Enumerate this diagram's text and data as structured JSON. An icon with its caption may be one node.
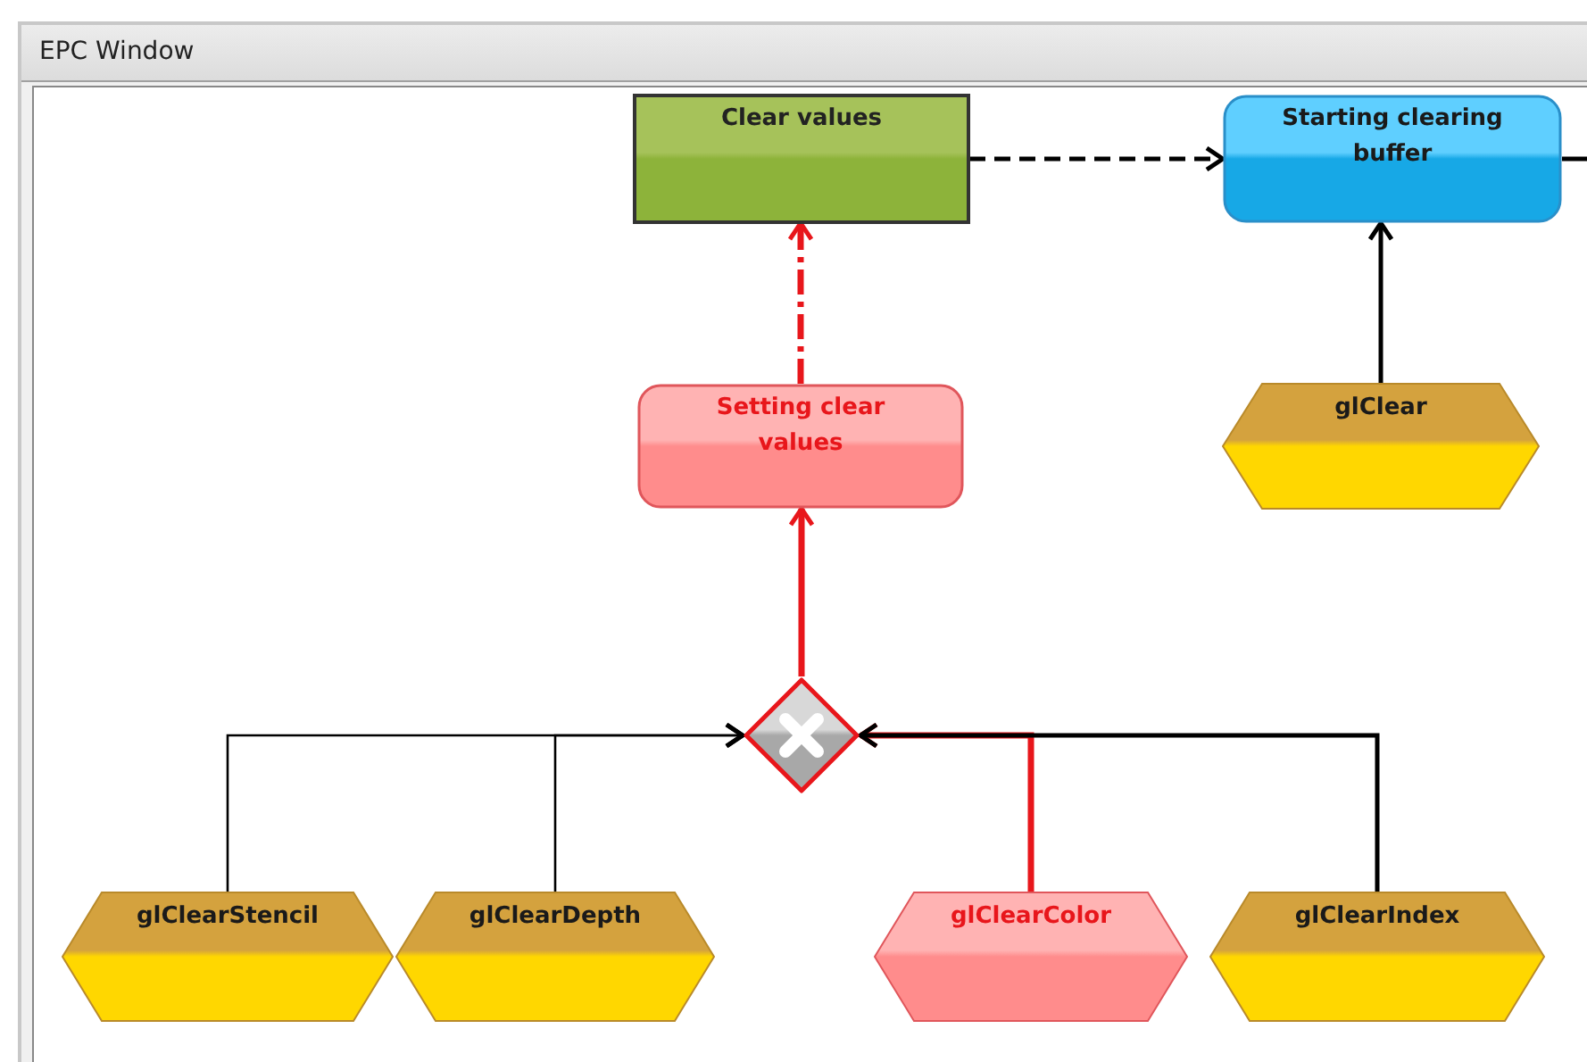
{
  "diagram": {
    "title": "EPC Window",
    "nodes": [
      {
        "text": [
          "Clear values"
        ]
      },
      {
        "text": [
          "Starting clearing buffer"
        ]
      },
      {
        "text": [
          "glClear"
        ]
      },
      {
        "text": [
          "Setting clear values"
        ]
      },
      {
        "text": [],
        "shape": "diamond"
      },
      {
        "text": [
          "glClearStencil"
        ]
      },
      {
        "text": [
          "glClearDepth"
        ]
      },
      {
        "text": [
          "glClearColor"
        ]
      },
      {
        "text": [
          "glClearIndex"
        ]
      }
    ],
    "edges": [
      {
        "from": 0,
        "to": 1,
        "arrow": "to",
        "style": "dashed"
      },
      {
        "from": 1,
        "to": null,
        "arrow": "none"
      },
      {
        "from": 2,
        "to": 1,
        "arrow": "to"
      },
      {
        "from": 3,
        "to": 0,
        "arrow": "to",
        "style": "dashed",
        "color": "#e8161b"
      },
      {
        "from": 4,
        "to": 3,
        "arrow": "to",
        "color": "#e8161b"
      },
      {
        "from": 5,
        "to": 4,
        "arrow": "to"
      },
      {
        "from": 6,
        "to": 4,
        "arrow": "to"
      },
      {
        "from": 7,
        "to": 4,
        "arrow": "to",
        "color": "#e8161b"
      },
      {
        "from": 8,
        "to": 4,
        "arrow": "to"
      }
    ]
  }
}
